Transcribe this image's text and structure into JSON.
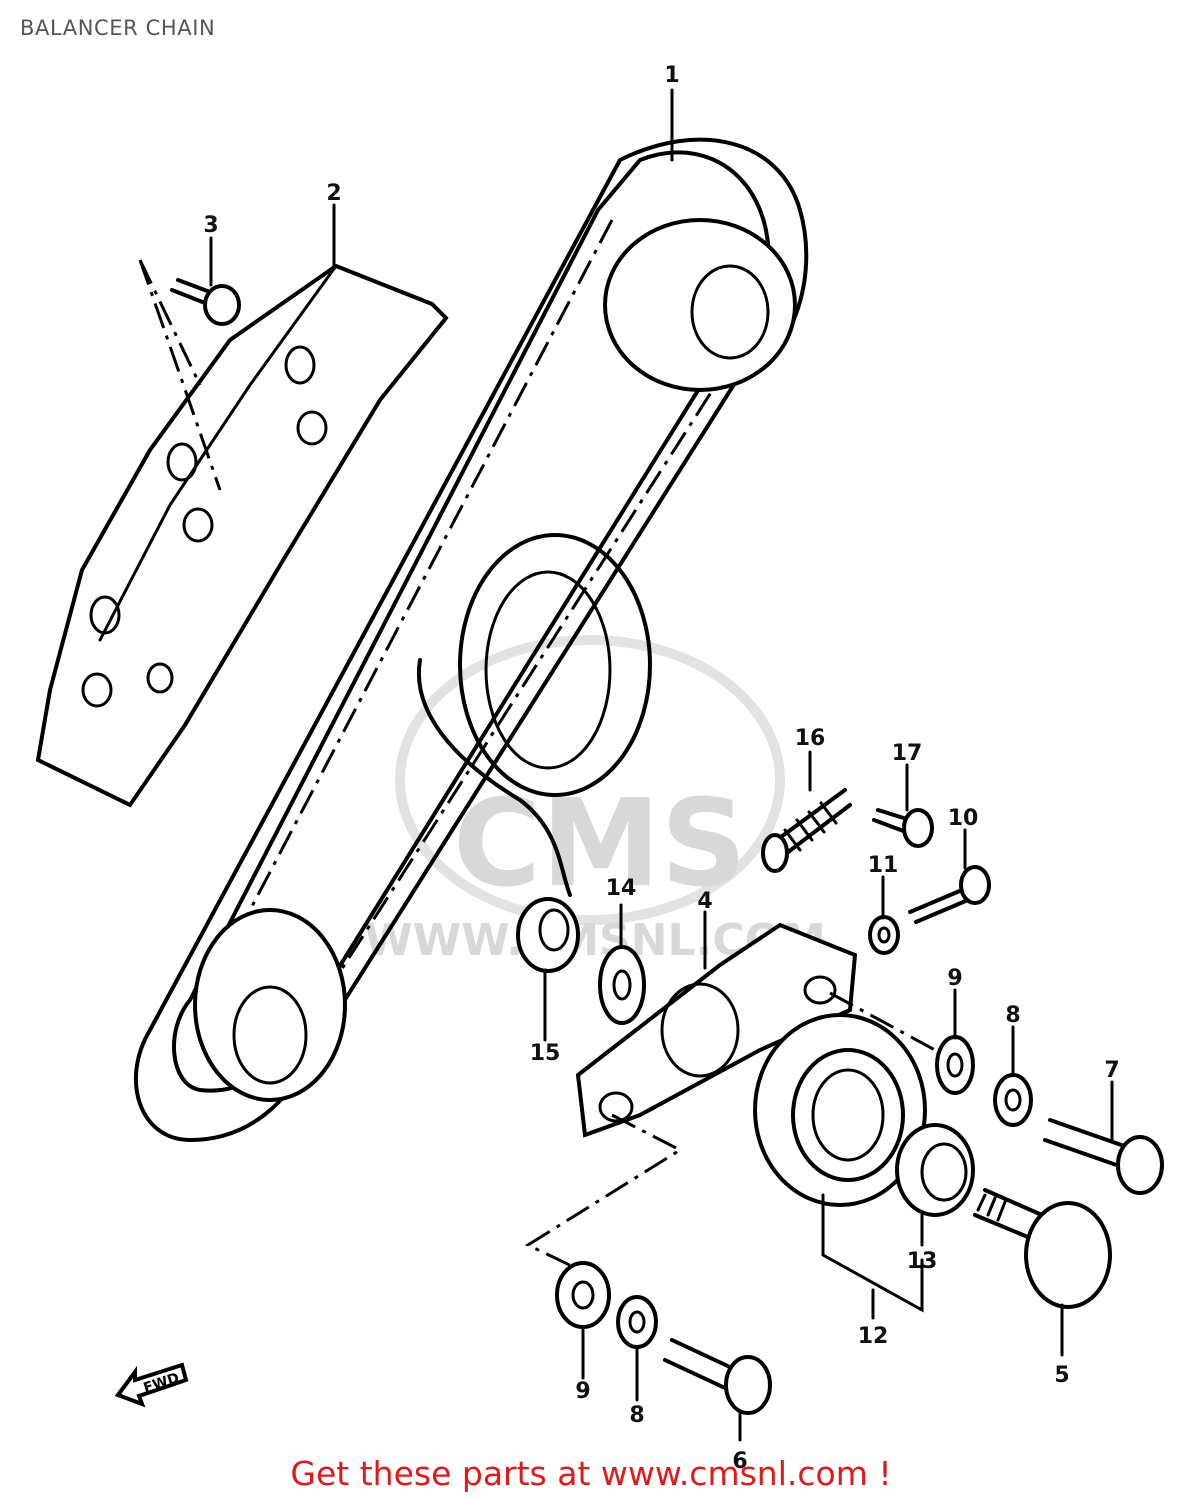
{
  "title": "BALANCER CHAIN",
  "watermark": {
    "logo_text": "CMS",
    "url_text": "WWW.CMSNL.COM"
  },
  "direction_label": "FWD",
  "parts": [
    {
      "id": "1"
    },
    {
      "id": "2"
    },
    {
      "id": "3"
    },
    {
      "id": "4"
    },
    {
      "id": "5"
    },
    {
      "id": "6"
    },
    {
      "id": "7"
    },
    {
      "id": "8"
    },
    {
      "id": "9"
    },
    {
      "id": "10"
    },
    {
      "id": "11"
    },
    {
      "id": "12"
    },
    {
      "id": "13"
    },
    {
      "id": "14"
    },
    {
      "id": "15"
    },
    {
      "id": "16"
    },
    {
      "id": "17"
    }
  ],
  "labels": {
    "p1": "1",
    "p2": "2",
    "p3": "3",
    "p4": "4",
    "p5": "5",
    "p6": "6",
    "p7": "7",
    "p8a": "8",
    "p8b": "8",
    "p9a": "9",
    "p9b": "9",
    "p10": "10",
    "p11": "11",
    "p12": "12",
    "p13": "13",
    "p14": "14",
    "p15": "15",
    "p16": "16",
    "p17": "17"
  },
  "footer": "Get these parts at www.cmsnl.com !",
  "colors": {
    "footer": "#e0191b",
    "title": "#555555",
    "line": "#000000",
    "watermark": "#d8d8d8"
  }
}
